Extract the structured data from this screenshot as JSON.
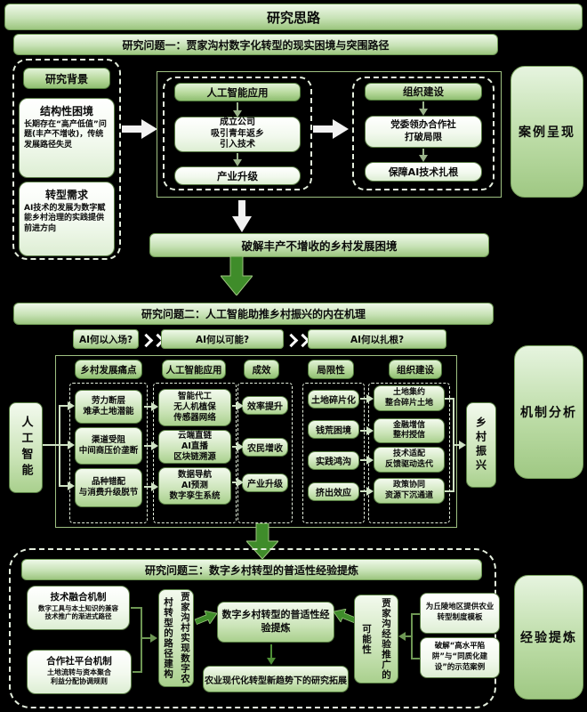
{
  "title": "研究思路",
  "colors": {
    "background": "#000000",
    "arrow_green": "#3f8c2a",
    "box_green": "#9cc57f",
    "panel_green": "#a8cf8e",
    "white_arrow": "#f2f2f2"
  },
  "s1": {
    "header": "研究问题一：贾家沟村数字化转型的现实困境与突围路径",
    "bg_label": "研究背景",
    "dilemma_title": "结构性困境",
    "dilemma_desc": "长期存在“高产低值”问题(丰产不增收)，传统发展路径失灵",
    "need_title": "转型需求",
    "need_desc": "AI技术的发展为数字赋能乡村治理的实践提供前进方向",
    "ai_header": "人工智能应用",
    "ai_step": "成立公司\n吸引青年返乡\n引入技术",
    "ai_result": "产业升级",
    "org_header": "组织建设",
    "org_step": "党委领办合作社\n打破局限",
    "org_result": "保障AI技术扎根",
    "banner": "破解丰产不增收的乡村发展困境",
    "side_label": "案例呈现"
  },
  "s2": {
    "header": "研究问题二：人工智能助推乡村振兴的内在机理",
    "q1": "AI何以入场?",
    "q2": "AI何以可能?",
    "q3": "AI何以扎根?",
    "left_label": "人工智能",
    "right_label": "乡村振兴",
    "side_label": "机制分析",
    "col1": {
      "header": "乡村发展痛点",
      "i1": "劳力断层\n难承土地潜能",
      "i2": "渠道受阻\n中间商压价垄断",
      "i3": "品种错配\n与消费升级脱节"
    },
    "col2": {
      "header": "人工智能应用",
      "i1": "智能代工\n无人机植保\n传感器网络",
      "i2": "云端直链\nAI直播\n区块链溯源",
      "i3": "数据导航\nAI预测\n数字孪生系统"
    },
    "col3": {
      "header": "成效",
      "i1": "效率提升",
      "i2": "农民增收",
      "i3": "产业升级"
    },
    "col4": {
      "header": "局限性",
      "i1": "土地碎片化",
      "i2": "钱荒困境",
      "i3": "实践鸿沟",
      "i4": "挤出效应"
    },
    "col5": {
      "header": "组织建设",
      "i1": "土地集约\n整合碎片土地",
      "i2": "金融增信\n整村授信",
      "i3": "技术适配\n反馈驱动迭代",
      "i4": "政策协同\n资源下沉通道"
    }
  },
  "s3": {
    "header": "研究问题三：数字乡村转型的普适性经验提炼",
    "tech_title": "技术融合机制",
    "tech_desc": "数字工具与本土知识的兼容\n技术推广的渐进式路径",
    "coop_title": "合作社平台机制",
    "coop_desc": "土地流转与资本聚合\n利益分配协调规则",
    "path_vertical": "贾家沟村实现数字农村转型的路径建构",
    "center": "数字乡村转型的普适性经验提炼",
    "bottom": "农业现代化转型新趋势下的研究拓展",
    "promo_vertical": "贾家沟经验推广的可能性",
    "rb1": "为丘陵地区提供农业转型制度模板",
    "rb2": "破解“高水平陷阱”与“同质化建设”的示范案例",
    "side_label": "经验提炼"
  }
}
